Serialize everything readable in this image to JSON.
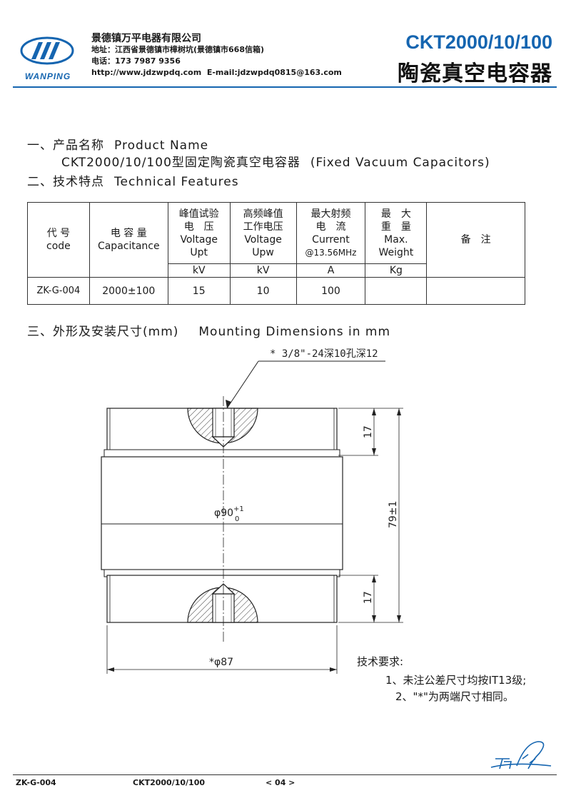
{
  "header": {
    "company_name": "景德镇万平电器有限公司",
    "address_label": "地址：",
    "address": "江西省景德镇市樟树坑(景德镇市668信箱)",
    "phone_label": "电话：",
    "phone": "173 7987 9356",
    "website": "http://www.jdzwpdq.com",
    "email": "E-mail:jdzwpdq0815@163.com",
    "logo_text": "WANPING",
    "model": "CKT2000/10/100",
    "product_title": "陶瓷真空电容器",
    "brand_color": "#1565b0"
  },
  "sections": {
    "s1_title": "一、产品名称",
    "s1_title_en": "Product Name",
    "s1_desc": "CKT2000/10/100型固定陶瓷真空电容器",
    "s1_desc_en": "(Fixed Vacuum Capacitors)",
    "s2_title": "二、技术特点",
    "s2_title_en": "Technical Features",
    "s3_title": "三、外形及安装尺寸(mm)",
    "s3_title_en": "Mounting Dimensions in mm"
  },
  "table": {
    "headers": {
      "code_cn": "代 号",
      "code_en": "code",
      "cap_cn": "电 容 量",
      "cap_en": "Capacitance",
      "upt_l1": "峰值试验",
      "upt_l2": "电　压",
      "upt_l3": "Voltage",
      "upt_l4": "Upt",
      "upw_l1": "高频峰值",
      "upw_l2": "工作电压",
      "upw_l3": "Voltage",
      "upw_l4": "Upw",
      "cur_l1": "最大射频",
      "cur_l2": "电　流",
      "cur_l3": "Current",
      "cur_l4": "@13.56MHz",
      "wt_l1": "最　大",
      "wt_l2": "重　量",
      "wt_l3": "Max.",
      "wt_l4": "Weight",
      "remark": "备　注"
    },
    "units": {
      "upt": "kV",
      "upw": "kV",
      "current": "A",
      "weight": "Kg"
    },
    "rows": [
      {
        "code": "ZK-G-004",
        "capacitance": "2000±100",
        "upt": "15",
        "upw": "10",
        "current": "100",
        "weight": "",
        "remark": ""
      }
    ]
  },
  "drawing": {
    "thread_note": "* 3/8\"-24深10孔深12",
    "diameter_body": "φ90",
    "tol_upper": "+1",
    "tol_lower": "0",
    "diameter_end": "*φ87",
    "dim_top": "17",
    "dim_bottom": "17",
    "dim_total": "79±1"
  },
  "notes": {
    "title": "技术要求:",
    "items": [
      "1、未注公差尺寸均按IT13级;",
      "2、\"*\"为两端尺寸相同。"
    ]
  },
  "footer": {
    "code": "ZK-G-004",
    "model": "CKT2000/10/100",
    "page": "< 04 >"
  }
}
